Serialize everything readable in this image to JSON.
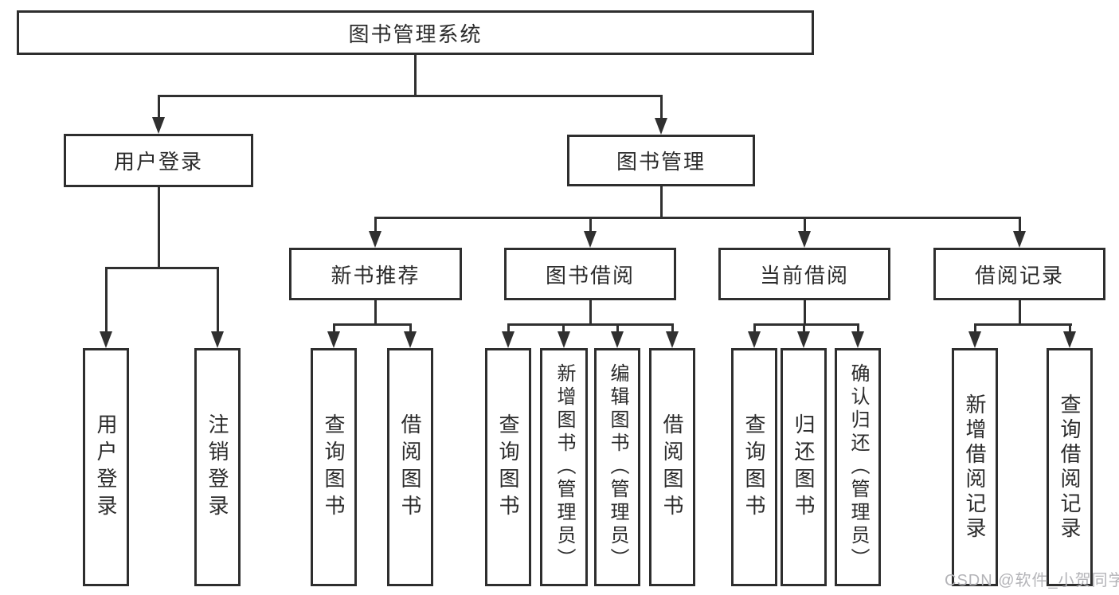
{
  "diagram": {
    "root": {
      "label": "图书管理系统"
    },
    "branches": [
      {
        "label": "用户登录",
        "children": [
          {
            "label": "用户登录"
          },
          {
            "label": "注销登录"
          }
        ]
      },
      {
        "label": "图书管理",
        "children": [
          {
            "label": "新书推荐",
            "children": [
              {
                "label": "查询图书"
              },
              {
                "label": "借阅图书"
              }
            ]
          },
          {
            "label": "图书借阅",
            "children": [
              {
                "label": "查询图书"
              },
              {
                "label": "新增图书（管理员）"
              },
              {
                "label": "编辑图书（管理员）"
              },
              {
                "label": "借阅图书"
              }
            ]
          },
          {
            "label": "当前借阅",
            "children": [
              {
                "label": "查询图书"
              },
              {
                "label": "归还图书"
              },
              {
                "label": "确认归还（管理员）"
              }
            ]
          },
          {
            "label": "借阅记录",
            "children": [
              {
                "label": "新增借阅记录"
              },
              {
                "label": "查询借阅记录"
              }
            ]
          }
        ]
      }
    ]
  },
  "watermark": {
    "text": "CSDN @软件_小贺同学"
  },
  "colors": {
    "line": "#303030",
    "box_border": "#2e2e2e",
    "text": "#2b2b2b",
    "watermark": "#b4b4b8",
    "background": "#ffffff"
  }
}
